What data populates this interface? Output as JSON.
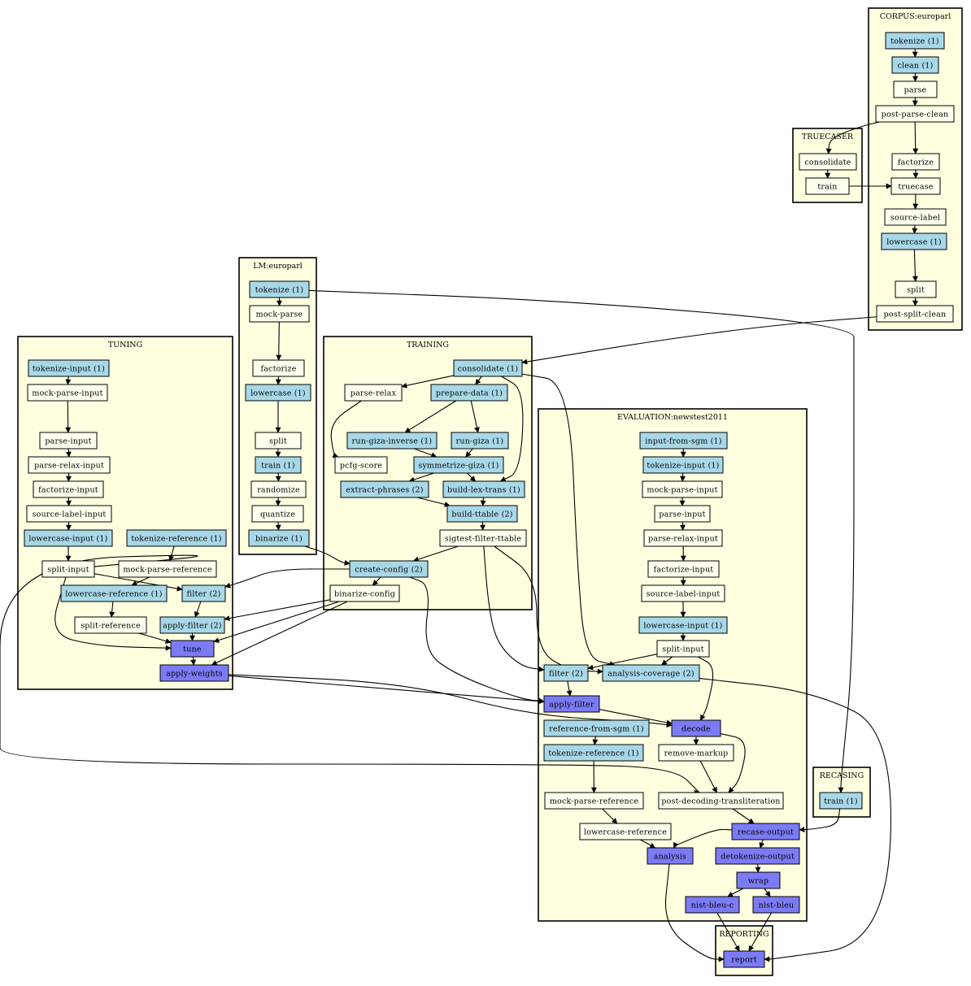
{
  "colors": {
    "cluster_fill": "#ffffe0",
    "plain_fill": "#ffffee",
    "light_fill": "#a8d8e8",
    "dark_fill": "#7b7bf5",
    "stroke": "#000000"
  },
  "clusters": [
    {
      "id": "corpus",
      "label": "CORPUS:europarl"
    },
    {
      "id": "truecaser",
      "label": "TRUECASER"
    },
    {
      "id": "lm",
      "label": "LM:europarl"
    },
    {
      "id": "tuning",
      "label": "TUNING"
    },
    {
      "id": "training",
      "label": "TRAINING"
    },
    {
      "id": "evaluation",
      "label": "EVALUATION:newstest2011"
    },
    {
      "id": "recasing",
      "label": "RECASING"
    },
    {
      "id": "reporting",
      "label": "REPORTING"
    }
  ],
  "nodes": [
    {
      "id": "c_tok",
      "label": "tokenize (1)",
      "style": "light"
    },
    {
      "id": "c_clean",
      "label": "clean (1)",
      "style": "light"
    },
    {
      "id": "c_parse",
      "label": "parse",
      "style": "plain"
    },
    {
      "id": "c_ppc",
      "label": "post-parse-clean",
      "style": "plain"
    },
    {
      "id": "c_fact",
      "label": "factorize",
      "style": "plain"
    },
    {
      "id": "c_true",
      "label": "truecase",
      "style": "plain"
    },
    {
      "id": "c_srcl",
      "label": "source-label",
      "style": "plain"
    },
    {
      "id": "c_lower",
      "label": "lowercase (1)",
      "style": "light"
    },
    {
      "id": "c_split",
      "label": "split",
      "style": "plain"
    },
    {
      "id": "c_psc",
      "label": "post-split-clean",
      "style": "plain"
    },
    {
      "id": "t_cons",
      "label": "consolidate",
      "style": "plain"
    },
    {
      "id": "t_train",
      "label": "train",
      "style": "plain"
    },
    {
      "id": "l_tok",
      "label": "tokenize (1)",
      "style": "light"
    },
    {
      "id": "l_mock",
      "label": "mock-parse",
      "style": "plain"
    },
    {
      "id": "l_fact",
      "label": "factorize",
      "style": "plain"
    },
    {
      "id": "l_lower",
      "label": "lowercase (1)",
      "style": "light"
    },
    {
      "id": "l_split",
      "label": "split",
      "style": "plain"
    },
    {
      "id": "l_train",
      "label": "train (1)",
      "style": "light"
    },
    {
      "id": "l_rand",
      "label": "randomize",
      "style": "plain"
    },
    {
      "id": "l_quant",
      "label": "quantize",
      "style": "plain"
    },
    {
      "id": "l_bin",
      "label": "binarize (1)",
      "style": "light"
    },
    {
      "id": "u_tokin",
      "label": "tokenize-input (1)",
      "style": "light"
    },
    {
      "id": "u_mockin",
      "label": "mock-parse-input",
      "style": "plain"
    },
    {
      "id": "u_parsein",
      "label": "parse-input",
      "style": "plain"
    },
    {
      "id": "u_prin",
      "label": "parse-relax-input",
      "style": "plain"
    },
    {
      "id": "u_factin",
      "label": "factorize-input",
      "style": "plain"
    },
    {
      "id": "u_srcin",
      "label": "source-label-input",
      "style": "plain"
    },
    {
      "id": "u_lowin",
      "label": "lowercase-input (1)",
      "style": "light"
    },
    {
      "id": "u_tokref",
      "label": "tokenize-reference (1)",
      "style": "light"
    },
    {
      "id": "u_splitin",
      "label": "split-input",
      "style": "plain"
    },
    {
      "id": "u_mockref",
      "label": "mock-parse-reference",
      "style": "plain"
    },
    {
      "id": "u_lowref",
      "label": "lowercase-reference (1)",
      "style": "light"
    },
    {
      "id": "u_filter",
      "label": "filter (2)",
      "style": "light"
    },
    {
      "id": "u_splitref",
      "label": "split-reference",
      "style": "plain"
    },
    {
      "id": "u_apfilter",
      "label": "apply-filter (2)",
      "style": "light"
    },
    {
      "id": "u_tune",
      "label": "tune",
      "style": "dark"
    },
    {
      "id": "u_apweights",
      "label": "apply-weights",
      "style": "dark"
    },
    {
      "id": "r_cons",
      "label": "consolidate (1)",
      "style": "light"
    },
    {
      "id": "r_prelax",
      "label": "parse-relax",
      "style": "plain"
    },
    {
      "id": "r_prep",
      "label": "prepare-data (1)",
      "style": "light"
    },
    {
      "id": "r_rgi",
      "label": "run-giza-inverse (1)",
      "style": "light"
    },
    {
      "id": "r_rg",
      "label": "run-giza (1)",
      "style": "light"
    },
    {
      "id": "r_pcfg",
      "label": "pcfg-score",
      "style": "plain"
    },
    {
      "id": "r_sym",
      "label": "symmetrize-giza (1)",
      "style": "light"
    },
    {
      "id": "r_extr",
      "label": "extract-phrases (2)",
      "style": "light"
    },
    {
      "id": "r_blt",
      "label": "build-lex-trans (1)",
      "style": "light"
    },
    {
      "id": "r_btt",
      "label": "build-ttable (2)",
      "style": "light"
    },
    {
      "id": "r_sig",
      "label": "sigtest-filter-ttable",
      "style": "plain"
    },
    {
      "id": "r_cc",
      "label": "create-config (2)",
      "style": "light"
    },
    {
      "id": "r_bc",
      "label": "binarize-config",
      "style": "plain"
    },
    {
      "id": "e_ifs",
      "label": "input-from-sgm (1)",
      "style": "light"
    },
    {
      "id": "e_tokin",
      "label": "tokenize-input (1)",
      "style": "light"
    },
    {
      "id": "e_mockin",
      "label": "mock-parse-input",
      "style": "plain"
    },
    {
      "id": "e_parsein",
      "label": "parse-input",
      "style": "plain"
    },
    {
      "id": "e_prin",
      "label": "parse-relax-input",
      "style": "plain"
    },
    {
      "id": "e_factin",
      "label": "factorize-input",
      "style": "plain"
    },
    {
      "id": "e_srcin",
      "label": "source-label-input",
      "style": "plain"
    },
    {
      "id": "e_lowin",
      "label": "lowercase-input (1)",
      "style": "light"
    },
    {
      "id": "e_splitin",
      "label": "split-input",
      "style": "plain"
    },
    {
      "id": "e_filter",
      "label": "filter (2)",
      "style": "light"
    },
    {
      "id": "e_acov",
      "label": "analysis-coverage (2)",
      "style": "light"
    },
    {
      "id": "e_apfilter",
      "label": "apply-filter",
      "style": "dark"
    },
    {
      "id": "e_rfs",
      "label": "reference-from-sgm (1)",
      "style": "light"
    },
    {
      "id": "e_decode",
      "label": "decode",
      "style": "dark"
    },
    {
      "id": "e_tokref",
      "label": "tokenize-reference (1)",
      "style": "light"
    },
    {
      "id": "e_rmark",
      "label": "remove-markup",
      "style": "plain"
    },
    {
      "id": "e_mockref",
      "label": "mock-parse-reference",
      "style": "plain"
    },
    {
      "id": "e_pdt",
      "label": "post-decoding-transliteration",
      "style": "plain"
    },
    {
      "id": "e_lowref",
      "label": "lowercase-reference",
      "style": "plain"
    },
    {
      "id": "e_recase",
      "label": "recase-output",
      "style": "dark"
    },
    {
      "id": "e_analysis",
      "label": "analysis",
      "style": "dark"
    },
    {
      "id": "e_detok",
      "label": "detokenize-output",
      "style": "dark"
    },
    {
      "id": "e_wrap",
      "label": "wrap",
      "style": "dark"
    },
    {
      "id": "e_nbc",
      "label": "nist-bleu-c",
      "style": "dark"
    },
    {
      "id": "e_nb",
      "label": "nist-bleu",
      "style": "dark"
    },
    {
      "id": "rc_train",
      "label": "train (1)",
      "style": "light"
    },
    {
      "id": "rp_report",
      "label": "report",
      "style": "dark"
    }
  ]
}
